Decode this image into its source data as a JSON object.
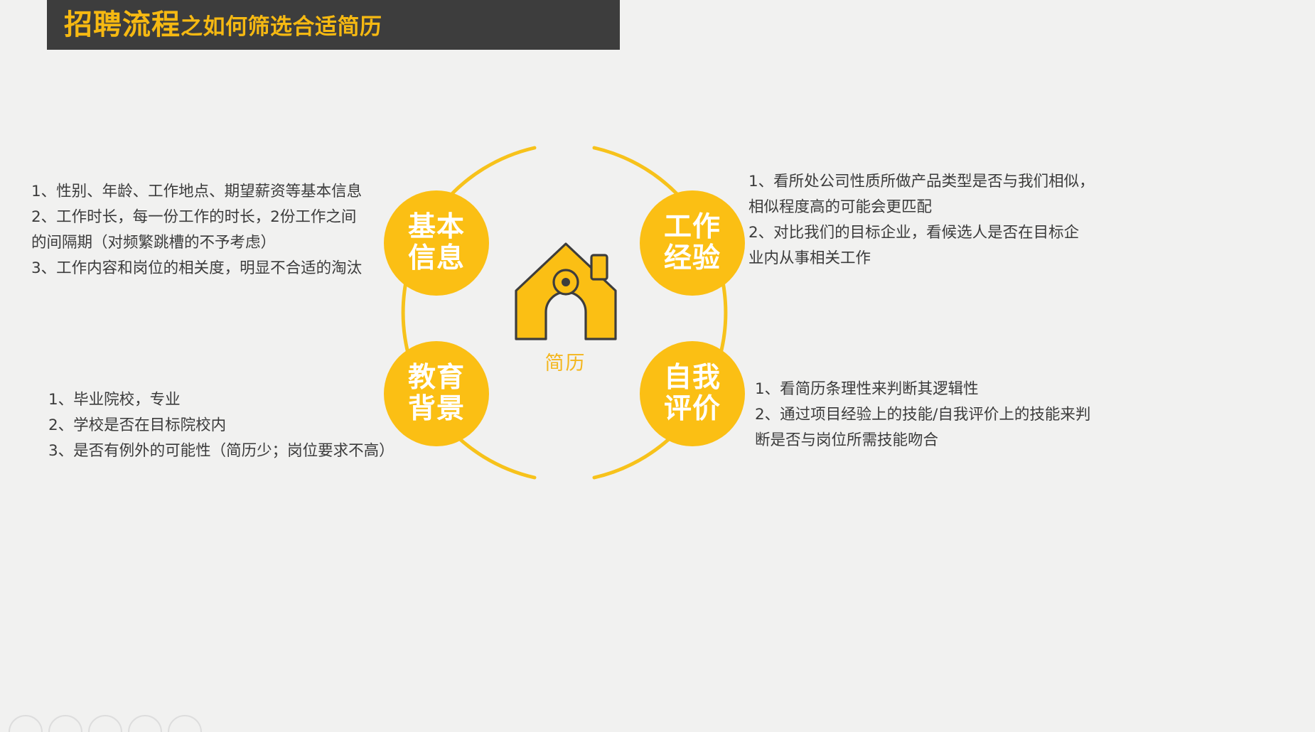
{
  "title": {
    "main": "招聘流程",
    "sub": "之如何筛选合适简历",
    "bar_color": "#3d3d3d",
    "text_color": "#f6b912"
  },
  "theme": {
    "background": "#f1f1f0",
    "accent": "#fbbf14",
    "ring": "#f7c21b",
    "body_text": "#3b3b3b"
  },
  "center": {
    "icon": "house-icon",
    "caption": "简历"
  },
  "nodes": [
    {
      "id": "basic",
      "line1": "基本",
      "line2": "信息"
    },
    {
      "id": "work",
      "line1": "工作",
      "line2": "经验"
    },
    {
      "id": "education",
      "line1": "教育",
      "line2": "背景"
    },
    {
      "id": "self",
      "line1": "自我",
      "line2": "评价"
    }
  ],
  "texts": {
    "basic": "1、性别、年龄、工作地点、期望薪资等基本信息\n2、工作时长，每一份工作的时长，2份工作之间\n的间隔期（对频繁跳槽的不予考虑）\n3、工作内容和岗位的相关度，明显不合适的淘汰",
    "education": "1、毕业院校，专业\n2、学校是否在目标院校内\n3、是否有例外的可能性（简历少；岗位要求不高）",
    "work": "1、看所处公司性质所做产品类型是否与我们相似，\n相似程度高的可能会更匹配\n2、对比我们的目标企业，看候选人是否在目标企\n业内从事相关工作",
    "self": "1、看简历条理性来判断其逻辑性\n2、通过项目经验上的技能/自我评价上的技能来判\n断是否与岗位所需技能吻合"
  }
}
